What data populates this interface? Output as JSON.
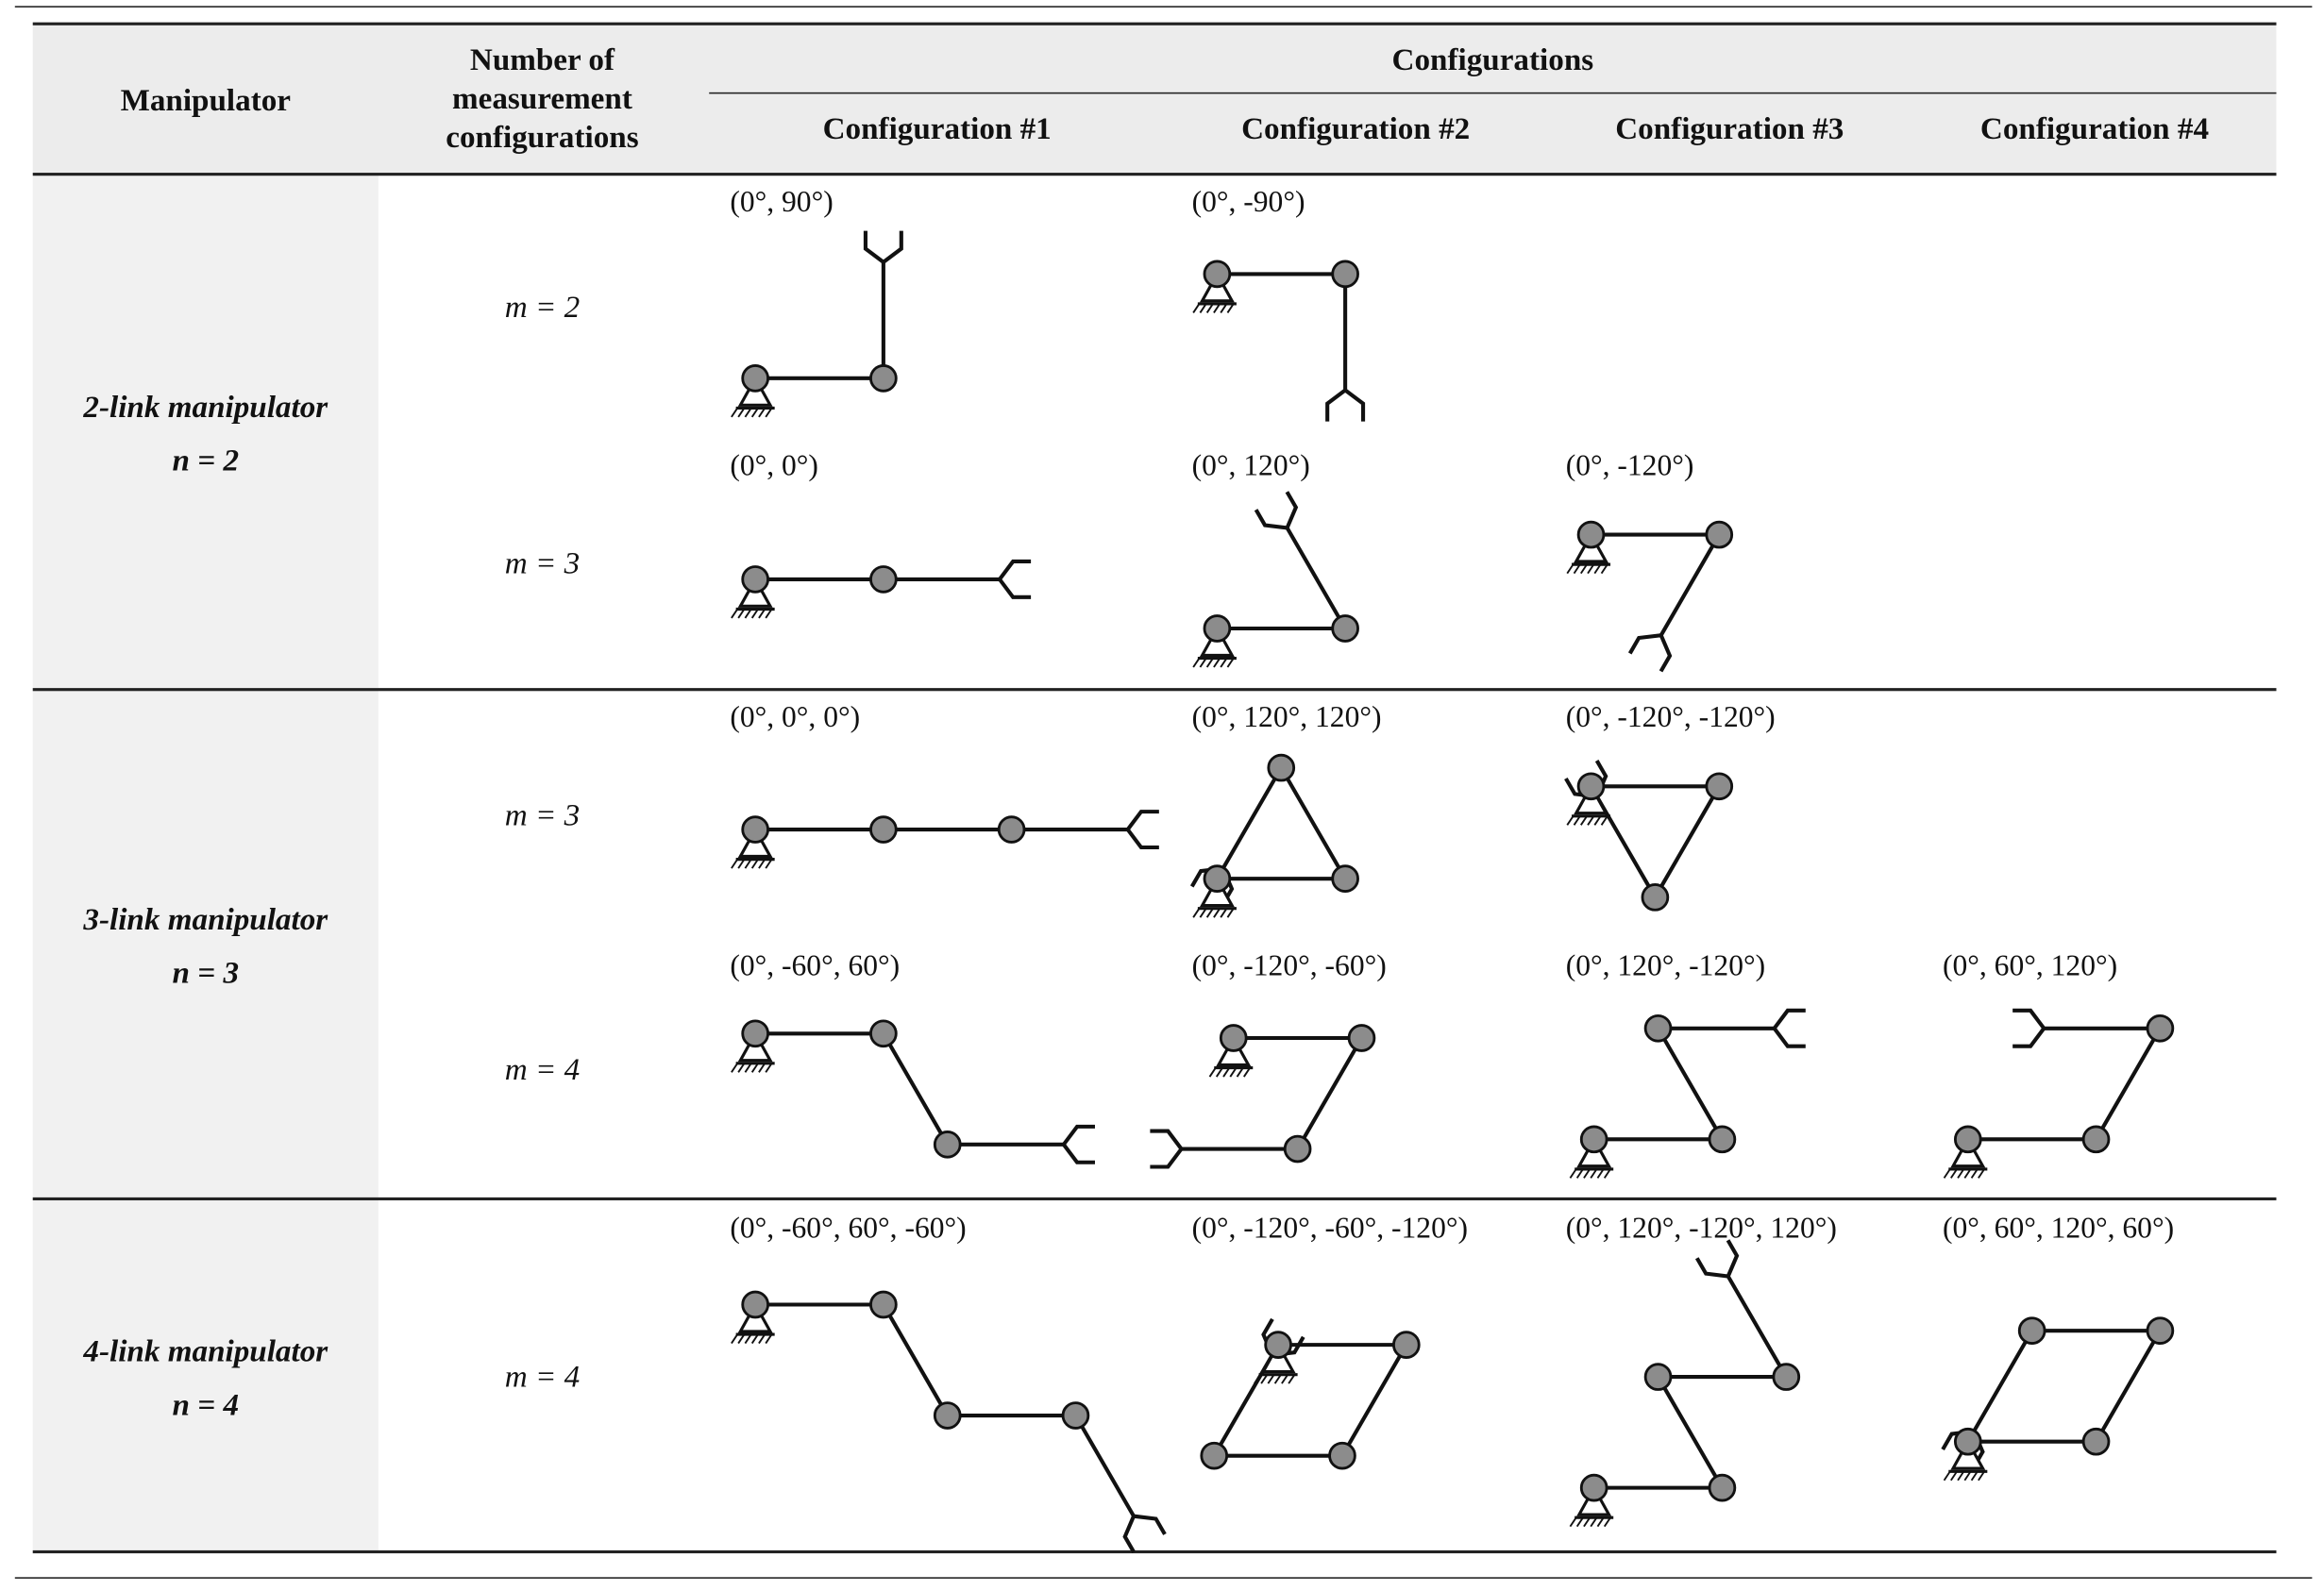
{
  "table": {
    "headers": {
      "manipulator": "Manipulator",
      "measurement": [
        "Number of",
        "measurement",
        "configurations"
      ],
      "configurations": "Configurations",
      "columns": [
        "Configuration #1",
        "Configuration #2",
        "Configuration #3",
        "Configuration #4"
      ]
    },
    "groups": [
      {
        "name": "2-link manipulator",
        "n_label": "n = 2",
        "rows": [
          {
            "m_label": "m = 2",
            "configs": [
              "(0°, 90°)",
              "(0°, -90°)",
              "",
              ""
            ]
          },
          {
            "m_label": "m = 3",
            "configs": [
              "(0°, 0°)",
              "(0°, 120°)",
              "(0°, -120°)",
              ""
            ]
          }
        ]
      },
      {
        "name": "3-link manipulator",
        "n_label": "n = 3",
        "rows": [
          {
            "m_label": "m = 3",
            "configs": [
              "(0°, 0°, 0°)",
              "(0°, 120°, 120°)",
              "(0°, -120°, -120°)",
              ""
            ]
          },
          {
            "m_label": "m = 4",
            "configs": [
              "(0°, -60°, 60°)",
              "(0°, -120°, -60°)",
              "(0°, 120°, -120°)",
              "(0°, 60°, 120°)"
            ]
          }
        ]
      },
      {
        "name": "4-link manipulator",
        "n_label": "n = 4",
        "rows": [
          {
            "m_label": "m = 4",
            "configs": [
              "(0°, -60°, 60°, -60°)",
              "(0°, -120°, -60°, -120°)",
              "(0°, 120°, -120°, 120°)",
              "(0°, 60°, 120°, 60°)"
            ]
          }
        ]
      }
    ]
  },
  "colors": {
    "joint_fill": "#8c8c8c",
    "line": "#111111",
    "header_bg": "#ececec",
    "side_bg": "#f1f1f1"
  }
}
